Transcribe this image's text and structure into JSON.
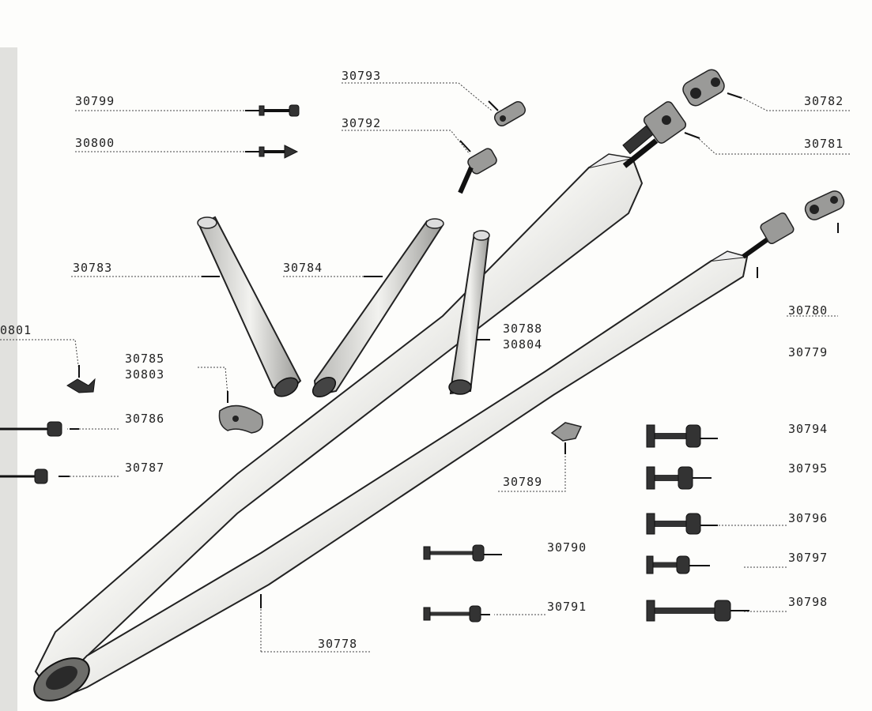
{
  "labels": {
    "l30799": "30799",
    "l30800": "30800",
    "l30793": "30793",
    "l30792": "30792",
    "l30782": "30782",
    "l30781": "30781",
    "l30783": "30783",
    "l30784": "30784",
    "l30780": "30780",
    "l30801": "0801",
    "l30788": "30788",
    "l30804": "30804",
    "l30779": "30779",
    "l30785": "30785",
    "l30803": "30803",
    "l30786": "30786",
    "l30787": "30787",
    "l30794": "30794",
    "l30795": "30795",
    "l30789": "30789",
    "l30796": "30796",
    "l30790": "30790",
    "l30797": "30797",
    "l30791": "30791",
    "l30798": "30798",
    "l30778": "30778"
  },
  "colors": {
    "ink": "#222222",
    "paper": "#fdfdfb",
    "metal": "#9a9a98"
  }
}
